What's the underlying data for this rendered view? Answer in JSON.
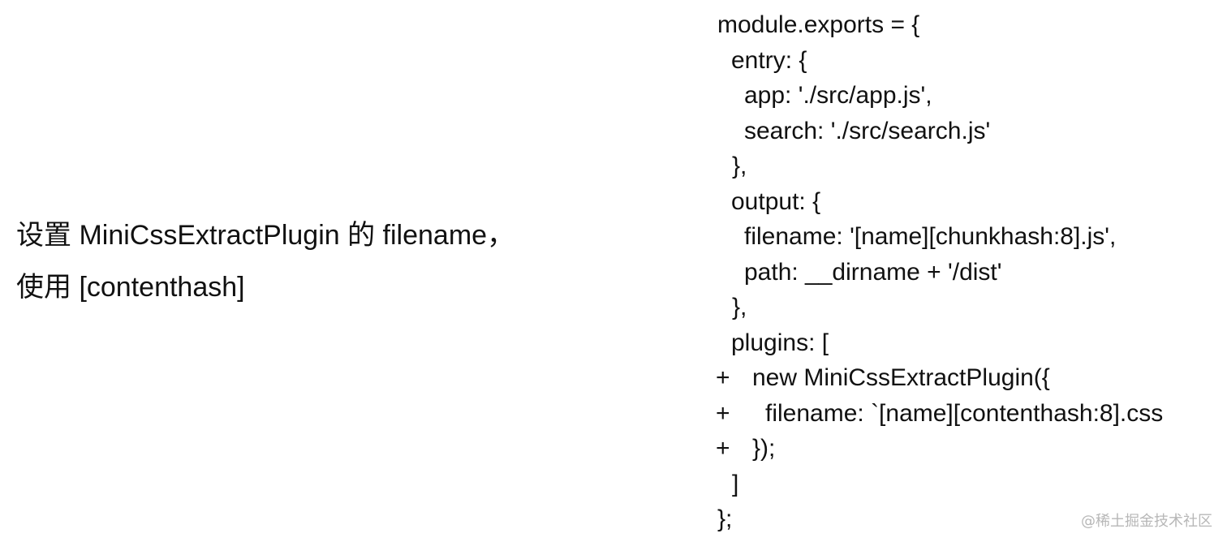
{
  "description": {
    "line1": "设置 MiniCssExtractPlugin 的 filename，",
    "line2": "使用 [contenthash]"
  },
  "code": {
    "lines": [
      {
        "marker": "",
        "text": "module.exports = {"
      },
      {
        "marker": "",
        "text": "entry: {"
      },
      {
        "marker": "",
        "text": "app: './src/app.js',"
      },
      {
        "marker": "",
        "text": "search: './src/search.js'"
      },
      {
        "marker": "",
        "text": "},"
      },
      {
        "marker": "",
        "text": "output: {"
      },
      {
        "marker": "",
        "text": "filename: '[name][chunkhash:8].js',"
      },
      {
        "marker": "",
        "text": "path: __dirname + '/dist'"
      },
      {
        "marker": "",
        "text": "},"
      },
      {
        "marker": "",
        "text": "plugins: ["
      },
      {
        "marker": "+",
        "text": "new MiniCssExtractPlugin({"
      },
      {
        "marker": "+",
        "text": "filename: `[name][contenthash:8].css"
      },
      {
        "marker": "+",
        "text": "});"
      },
      {
        "marker": "",
        "text": "]"
      },
      {
        "marker": "",
        "text": "};"
      }
    ]
  },
  "watermark": "@稀土掘金技术社区"
}
